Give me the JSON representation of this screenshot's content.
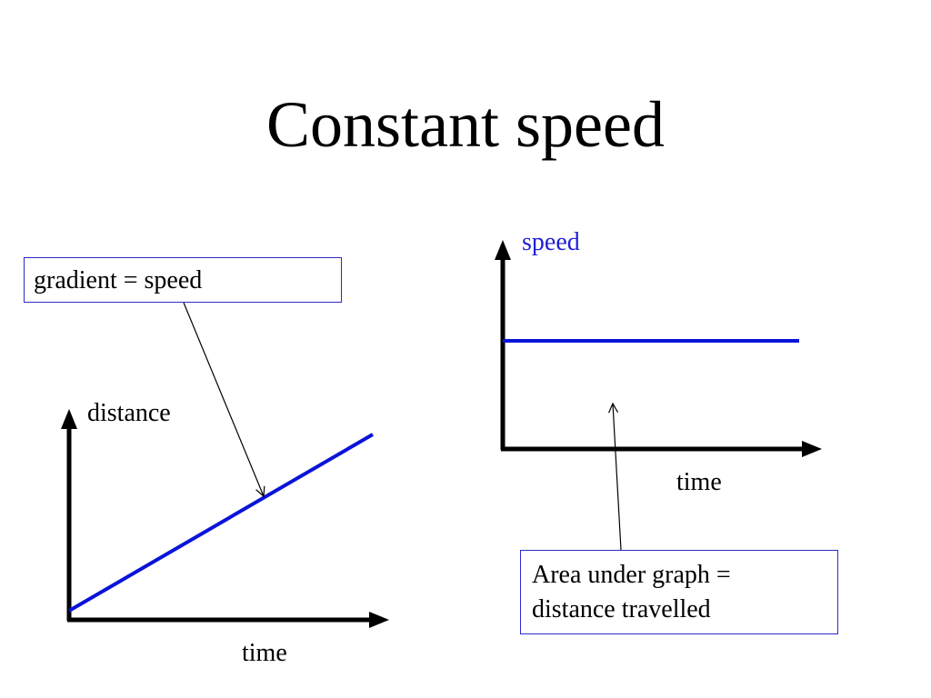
{
  "slide": {
    "title": "Constant speed"
  },
  "distance_time_graph": {
    "y_label": "distance",
    "x_label": "time",
    "callout": "gradient = speed"
  },
  "speed_time_graph": {
    "y_label": "speed",
    "x_label": "time",
    "callout_line1": "Area under graph =",
    "callout_line2": "distance travelled"
  },
  "colors": {
    "line": "#0a14d8",
    "axes": "#000000",
    "callout_border": "#2b2bc8",
    "speed_label": "#1f1fd6"
  }
}
